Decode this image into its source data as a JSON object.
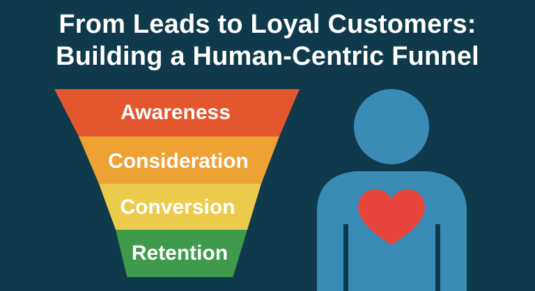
{
  "header": {
    "title_line1": "From Leads to Loyal Customers:",
    "title_line2": "Building a Human-Centric Funnel"
  },
  "funnel": {
    "stages": [
      {
        "label": "Awareness",
        "color": "#e4572e"
      },
      {
        "label": "Consideration",
        "color": "#eda233"
      },
      {
        "label": "Conversion",
        "color": "#eccb4c"
      },
      {
        "label": "Retention",
        "color": "#3f9a4b"
      }
    ]
  },
  "figure": {
    "body_color": "#3a8bb5",
    "heart_color": "#e8463c"
  },
  "colors": {
    "background": "#0f3a4b",
    "title": "#ffffff"
  }
}
